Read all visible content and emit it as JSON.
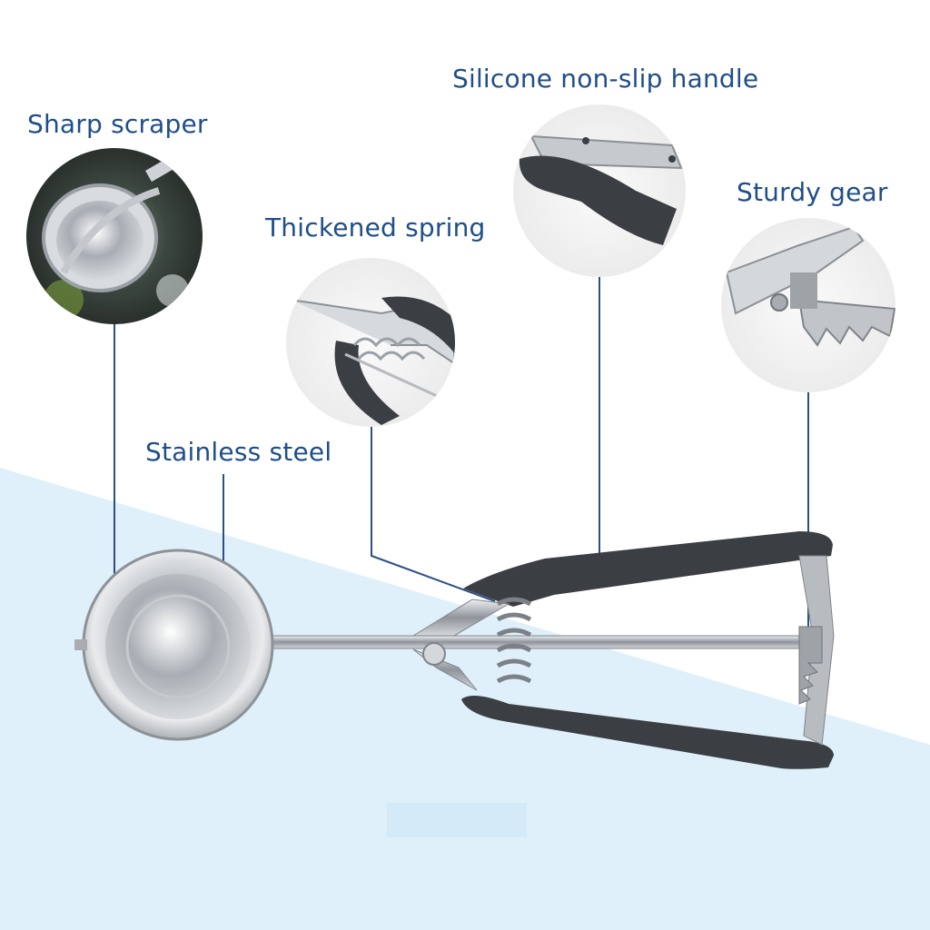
{
  "colors": {
    "label_text": "#1f4e89",
    "callout_line": "#2b4f86",
    "background_light_blue": "#dff0fb",
    "handle_dark": "#3b3e42",
    "steel": "#c9ccd0"
  },
  "features": [
    {
      "label": "Sharp scraper"
    },
    {
      "label": "Thickened spring"
    },
    {
      "label": "Silicone non-slip handle"
    },
    {
      "label": "Sturdy gear"
    },
    {
      "label": "Stainless steel"
    }
  ]
}
